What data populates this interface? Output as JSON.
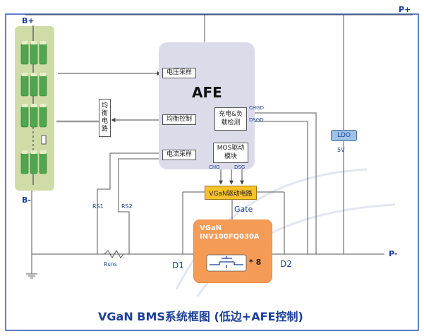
{
  "labels": {
    "b_plus": "B+",
    "b_minus": "B-",
    "p_plus": "P+",
    "p_minus": "P-",
    "afe": "AFE",
    "voltage_sampling": "电压采样",
    "balance_control": "均衡控制",
    "current_sampling": "电流采样",
    "charge_load_detect": "充电&负载检测",
    "mos_driver": "MOS驱动模块",
    "balance_circuit": "均衡电路",
    "chgd": "CHGD",
    "dsgd": "DSGD",
    "chg": "CHG",
    "dsg": "DSG",
    "ldo": "LDO",
    "ldo_voltage": "5V",
    "vgan_driver": "VGaN驱动电路",
    "gate": "Gate",
    "rs1": "RS1",
    "rs2": "RS2",
    "rsns": "Rsns",
    "d1": "D1",
    "d2": "D2",
    "chip_brand": "VGaN",
    "chip_model": "INV100FQ030A",
    "chip_count": "* 8",
    "title": "VGaN BMS系统框图 (低边+AFE控制)"
  },
  "colors": {
    "border_blue": "#3a63b8",
    "title_blue": "#1d3f9a",
    "battery_panel": "#cfdca8",
    "cell_green": "#4fa64f",
    "afe_bg": "#dcdbe9",
    "driver_yellow": "#f6c12a",
    "chip_orange": "#f49b56",
    "ldo_blue": "#9ec3e6",
    "wire": "#555555",
    "watermark": "#c9d2e8"
  }
}
